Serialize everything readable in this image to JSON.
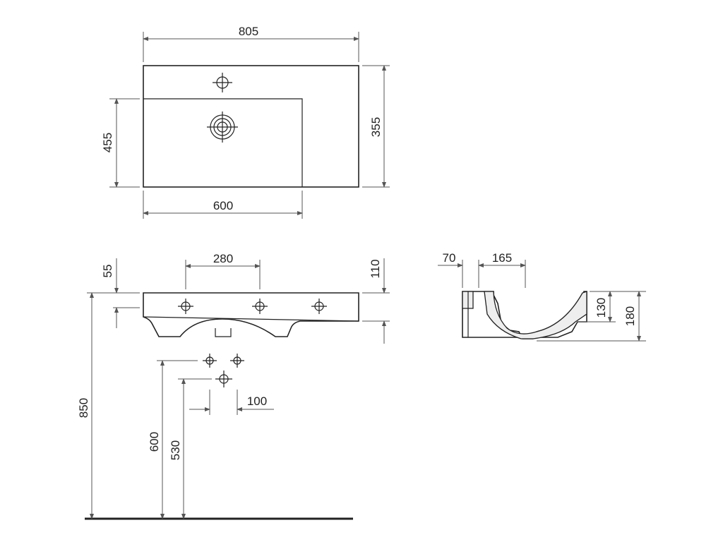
{
  "top_view": {
    "dim_width": "805",
    "dim_depth": "455",
    "dim_side": "355",
    "dim_bowl": "600"
  },
  "front_view": {
    "dim_tap_spacing": "280",
    "dim_top": "55",
    "dim_slab": "110",
    "dim_valve_spacing": "100",
    "dim_height": "850",
    "dim_valves": "600",
    "dim_waste": "530"
  },
  "side_view": {
    "dim_back": "70",
    "dim_bowl_depth": "165",
    "dim_inner": "130",
    "dim_total": "180"
  }
}
